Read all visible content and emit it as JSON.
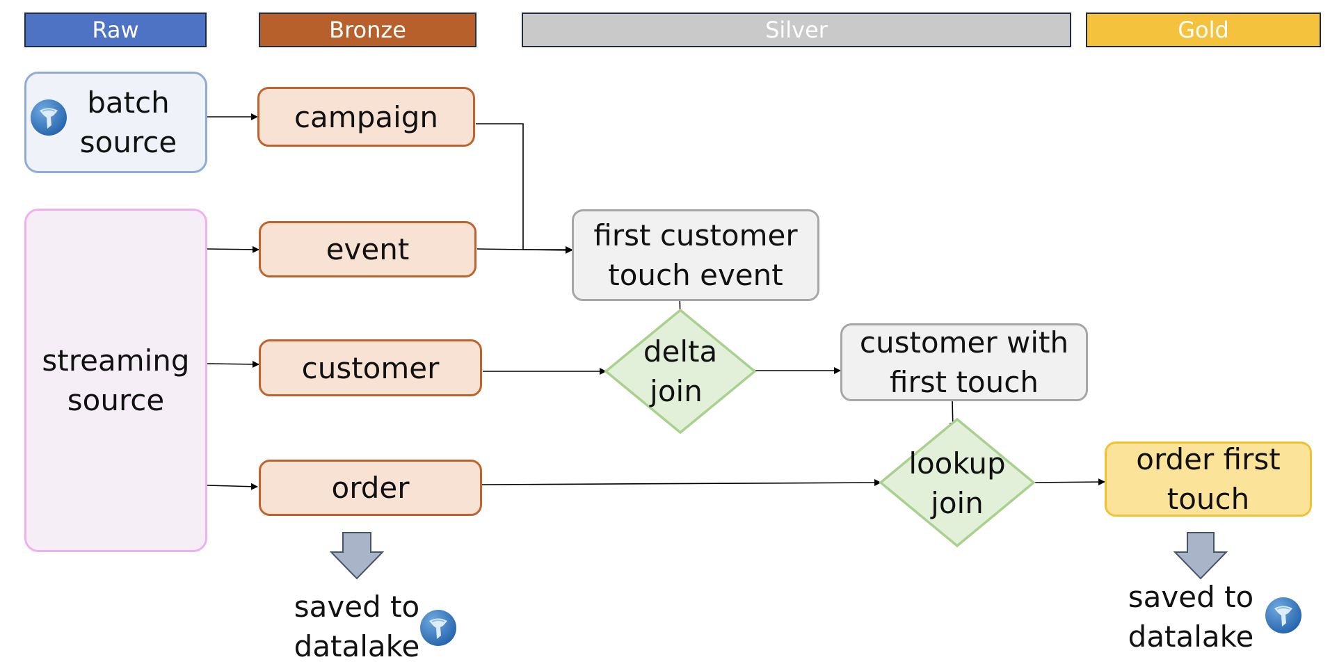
{
  "layers": {
    "raw": {
      "label": "Raw",
      "color": "#4e73c5"
    },
    "bronze": {
      "label": "Bronze",
      "color": "#b7602c"
    },
    "silver": {
      "label": "Silver",
      "color": "#c9c9c9"
    },
    "gold": {
      "label": "Gold",
      "color": "#f4c23d"
    }
  },
  "sources": {
    "batch": {
      "line1": "batch",
      "line2": "source",
      "icon": "datalake-icon"
    },
    "streaming": {
      "line1": "streaming",
      "line2": "source"
    }
  },
  "bronze_nodes": {
    "campaign": "campaign",
    "event": "event",
    "customer": "customer",
    "order": "order"
  },
  "silver_nodes": {
    "first_touch": {
      "line1": "first customer",
      "line2": "touch event"
    },
    "customer_first_touch": {
      "line1": "customer with",
      "line2": "first touch"
    }
  },
  "joins": {
    "delta": {
      "line1": "delta",
      "line2": "join"
    },
    "lookup": {
      "line1": "lookup",
      "line2": "join"
    }
  },
  "gold_nodes": {
    "order_first_touch": {
      "line1": "order first",
      "line2": "touch"
    }
  },
  "outputs": {
    "bronze_save": {
      "line1": "saved to",
      "line2": "datalake",
      "icon": "datalake-icon"
    },
    "gold_save": {
      "line1": "saved to",
      "line2": "datalake",
      "icon": "datalake-icon"
    }
  },
  "colors": {
    "join_fill": "#e2efd9",
    "join_stroke": "#a9d18e",
    "save_arrow_fill": "#aab4c8",
    "save_arrow_stroke": "#44546a"
  }
}
